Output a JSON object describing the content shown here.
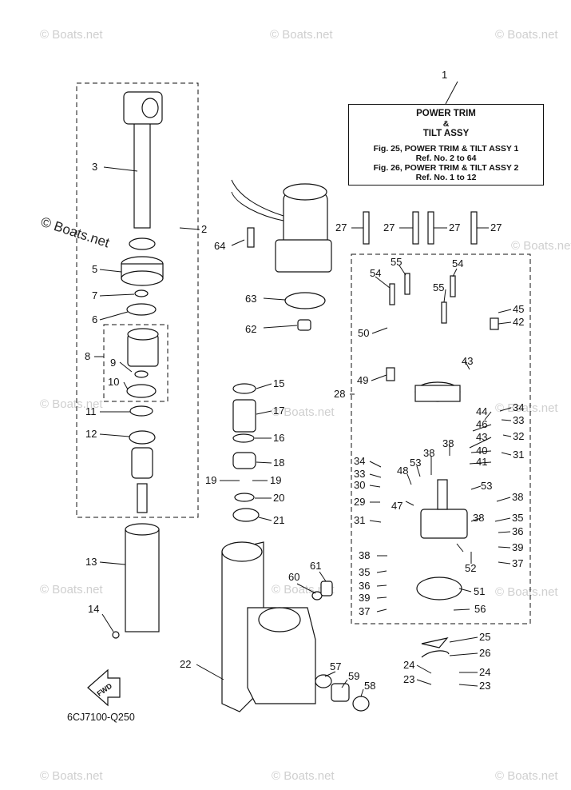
{
  "watermark": "© Boats.net",
  "drawing_code": "6CJ7100-Q250",
  "fwd_label": "FWD",
  "title_box": {
    "ref": "1",
    "line1": "POWER TRIM",
    "line2": "&",
    "line3": "TILT ASSY",
    "fig1": "Fig. 25, POWER TRIM & TILT ASSY 1",
    "fig1_ref": "Ref. No. 2 to 64",
    "fig2": "Fig. 26, POWER TRIM & TILT ASSY 2",
    "fig2_ref": "Ref. No. 1 to 12"
  },
  "callouts": [
    "2",
    "3",
    "5",
    "7",
    "6",
    "8",
    "9",
    "10",
    "11",
    "12",
    "13",
    "14",
    "15",
    "16",
    "17",
    "18",
    "19",
    "19",
    "20",
    "21",
    "22",
    "23",
    "23",
    "24",
    "24",
    "25",
    "26",
    "27",
    "27",
    "27",
    "27",
    "28",
    "29",
    "30",
    "31",
    "31",
    "32",
    "33",
    "33",
    "34",
    "34",
    "35",
    "35",
    "36",
    "36",
    "37",
    "37",
    "38",
    "38",
    "38",
    "38",
    "38",
    "39",
    "39",
    "40",
    "41",
    "42",
    "43",
    "43",
    "44",
    "45",
    "46",
    "47",
    "48",
    "49",
    "50",
    "51",
    "52",
    "53",
    "53",
    "54",
    "54",
    "55",
    "55",
    "56",
    "57",
    "58",
    "59",
    "60",
    "61",
    "62",
    "63",
    "64"
  ]
}
